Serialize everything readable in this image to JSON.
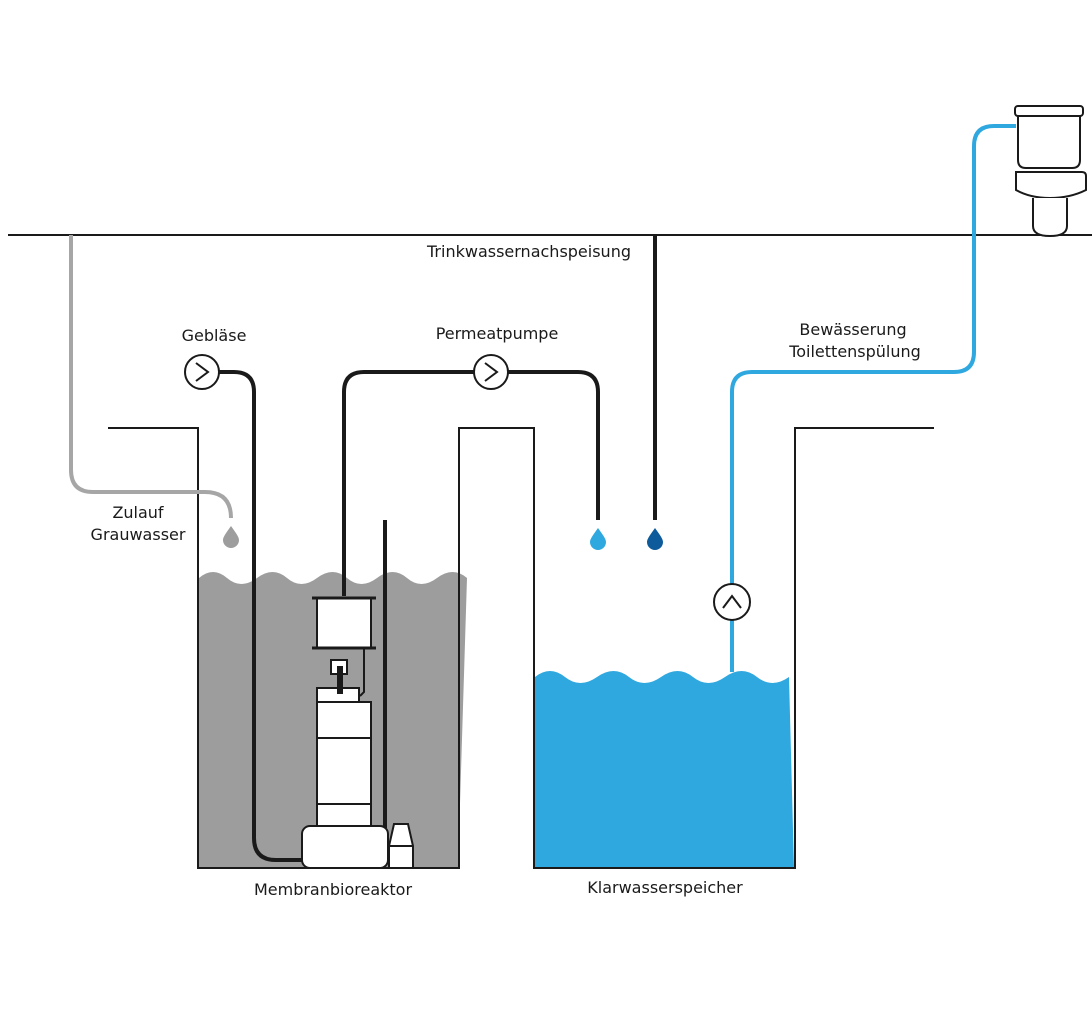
{
  "labels": {
    "trinkwasser": "Trinkwassernachspeisung",
    "geblaese": "Gebläse",
    "permeatpumpe": "Permeatpumpe",
    "bewaesserung_1": "Bewässerung",
    "bewaesserung_2": "Toilettenspülung",
    "zulauf_1": "Zulauf",
    "zulauf_2": "Grauwasser",
    "tank_left": "Membranbioreaktor",
    "tank_right": "Klarwasserspeicher"
  },
  "colors": {
    "line": "#1a1a1a",
    "greywater": "#a6a6a6",
    "greywater_fill": "#9d9d9d",
    "clearwater": "#2fa8e0",
    "potable": "#0d5b9a"
  },
  "icons": [
    "pump-arrow-right-icon",
    "pump-arrow-up-icon",
    "water-drop-icon",
    "toilet-icon",
    "membrane-module-icon"
  ]
}
